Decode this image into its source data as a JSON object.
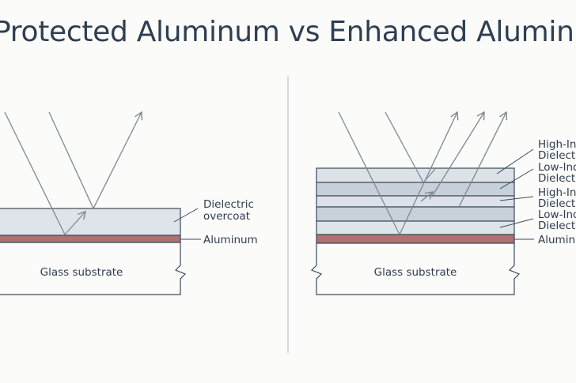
{
  "title": "Protected Aluminum vs Enhanced Aluminum",
  "protected": {
    "labels": {
      "dielectric_line1": "Dielectric",
      "dielectric_line2": "overcoat",
      "aluminum": "Aluminum"
    },
    "substrate": "Glass substrate"
  },
  "enhanced": {
    "labels": {
      "high_index_1_line1": "High-Index",
      "high_index_1_line2": "Dielectric",
      "low_index_1_line1": "Low-Index",
      "low_index_1_line2": "Dielectric",
      "high_index_2_line1": "High-Index",
      "high_index_2_line2": "Dielectric",
      "low_index_2_line1": "Low-Index",
      "low_index_2_line2": "Dielectric",
      "aluminum": "Aluminum"
    },
    "substrate": "Glass substrate"
  },
  "colors": {
    "background": "#fbfbfa",
    "title": "#2e3e52",
    "outline": "#394b5c",
    "dielectric": "#dfe4ea",
    "high_index": "#dde2e8",
    "low_index": "#c8d1da",
    "aluminum": "#b36f72",
    "ray": "#7f8891",
    "divider": "#bfc4c9"
  }
}
